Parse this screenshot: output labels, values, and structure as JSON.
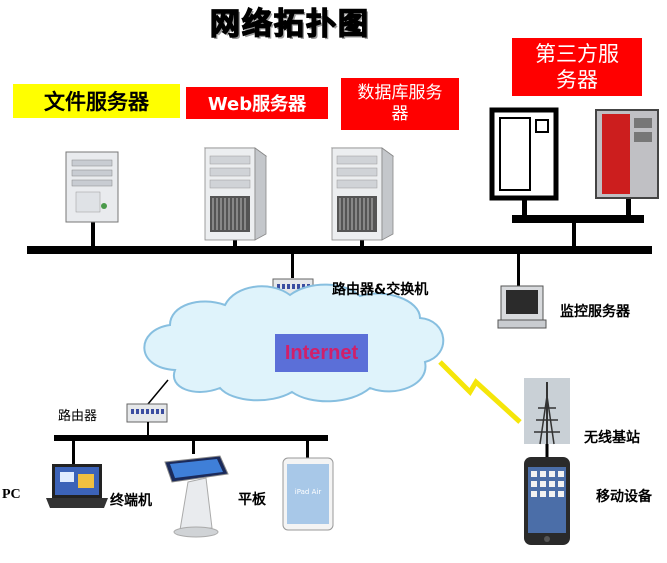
{
  "title": "网络拓扑图",
  "servers": {
    "file": "文件服务器",
    "web": "Web服务器",
    "database_line1": "数据库服务",
    "database_line2": "器",
    "third_party_line1": "第三方服",
    "third_party_line2": "务器"
  },
  "router_switch": "路由器&交换机",
  "monitor_server": "监控服务器",
  "internet": "Internet",
  "router": "路由器",
  "devices": {
    "pc": "PC",
    "terminal": "终端机",
    "tablet": "平板",
    "base_station": "无线基站",
    "mobile": "移动设备"
  },
  "colors": {
    "label_yellow": "#ffff00",
    "label_red": "#ff0000",
    "internet_box": "#5b6fd8",
    "internet_text": "#d0206a",
    "cloud_fill": "#dff3fb",
    "lightning": "#f5e60a"
  }
}
